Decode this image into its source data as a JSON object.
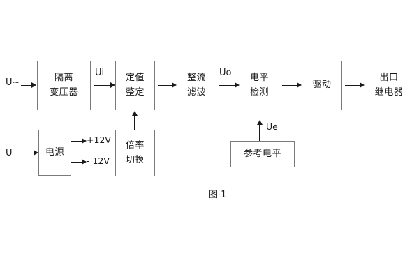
{
  "figure": {
    "caption": "图 1",
    "blocks": {
      "isolation_transformer": {
        "line1": "隔离",
        "line2": "变压器"
      },
      "setting_value": {
        "line1": "定值",
        "line2": "整定"
      },
      "rectify_filter": {
        "line1": "整流",
        "line2": "滤波"
      },
      "level_detection": {
        "line1": "电平",
        "line2": "检测"
      },
      "drive": {
        "line1": "驱动"
      },
      "output_relay": {
        "line1": "出口",
        "line2": "继电器"
      },
      "power_supply": {
        "line1": "电源"
      },
      "multiplier_switch": {
        "line1": "倍率",
        "line2": "切换"
      },
      "reference_level": {
        "line1": "参考电平"
      }
    },
    "labels": {
      "input_ac": "U~",
      "input_dc": "U",
      "ui": "Ui",
      "uo": "Uo",
      "ue": "Ue",
      "plus_12v": "+12V",
      "minus_12v": "- 12V"
    },
    "colors": {
      "block_border": "#7a7a7a",
      "arrow": "#1a1a1a",
      "text": "#1a1a1a",
      "background": "#ffffff"
    }
  }
}
